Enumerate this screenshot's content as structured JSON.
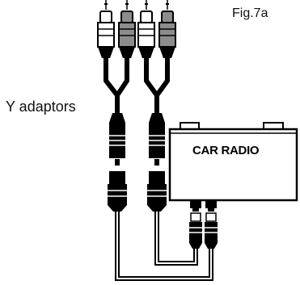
{
  "figure": {
    "label": "Fig.7a",
    "y_adaptors_label": "Y adaptors",
    "car_radio_label": "CAR RADIO"
  },
  "colors": {
    "line": "#000000",
    "plug_light": "#ffffff",
    "plug_gray": "#8c8c8c",
    "background": "#ffffff"
  }
}
